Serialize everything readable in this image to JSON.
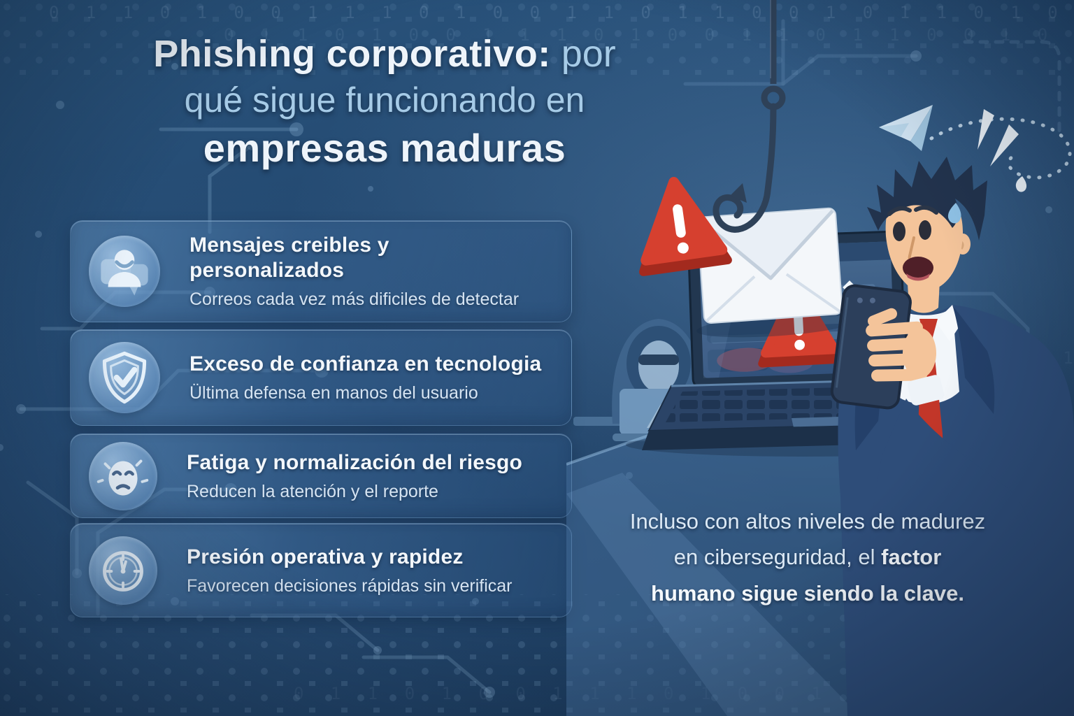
{
  "title": {
    "line1_strong": "Phishing corporativo:",
    "line1_light": " por",
    "line2": "qué sigue funcionando en",
    "line3": "empresas maduras"
  },
  "panels": [
    {
      "icon": "chat-user-icon",
      "title": "Mensajes creibles y personalizados",
      "subtitle": "Correos cada vez más dificiles de detectar"
    },
    {
      "icon": "shield-check-icon",
      "title": "Exceso de confianza en tecnologia",
      "subtitle": "Ültima defensa en manos del usuario"
    },
    {
      "icon": "tired-face-icon",
      "title": "Fatiga y normalización del riesgo",
      "subtitle": "Reducen la atención y el reporte"
    },
    {
      "icon": "clock-icon",
      "title": "Presión operativa y rapidez",
      "subtitle": "Favorecen decisiones rápidas sin verificar"
    }
  ],
  "closing": {
    "line1": "Incluso con altos niveles de madurez",
    "line2_normal": "en ciberseguridad, el ",
    "line2_strong": "factor",
    "line3_strong": "humano sigue siendo la clave."
  },
  "illustration": {
    "elements": [
      "fishing-hook",
      "phishing-email-envelope",
      "warning-triangle-floating",
      "warning-triangle-on-screen",
      "laptop",
      "hooded-hacker",
      "worried-businessman",
      "smartphone",
      "paper-plane",
      "alert-sparks",
      "sweat-drop",
      "circuit-board-background"
    ]
  },
  "background_digits": "0 1 1 0 1 0 0 1 1 1 0 1 0 0 1 1 0 1 1 0 0 1 0 1 1 0 1 0 1 1",
  "colors": {
    "background_top": "#2b567f",
    "background_bottom": "#16314f",
    "circuit_line": "#9fc6e8",
    "title_white": "#eef4fa",
    "title_light_blue": "#a6cbe7",
    "panel_title_text": "#f3f7fb",
    "panel_subtitle_text": "#d6e4f2",
    "closing_text": "#dce9f5",
    "alert_red": "#d6402f",
    "alert_red_dark": "#a32a1e",
    "envelope_white": "#f4f7fa",
    "suit_blue": "#2e4d79",
    "suit_dark": "#24406a",
    "tie_red": "#c23629",
    "tie_dark": "#992620",
    "skin": "#f4c49a",
    "hair": "#22334d",
    "laptop_body": "#223750",
    "laptop_deck": "#2b4467",
    "screen_blue": "#3c5f8b",
    "hook_dark": "#2e4158",
    "paper_plane": "#cfe2f1",
    "hacker_blue": "#436890",
    "desk_blue": "#47719f"
  }
}
